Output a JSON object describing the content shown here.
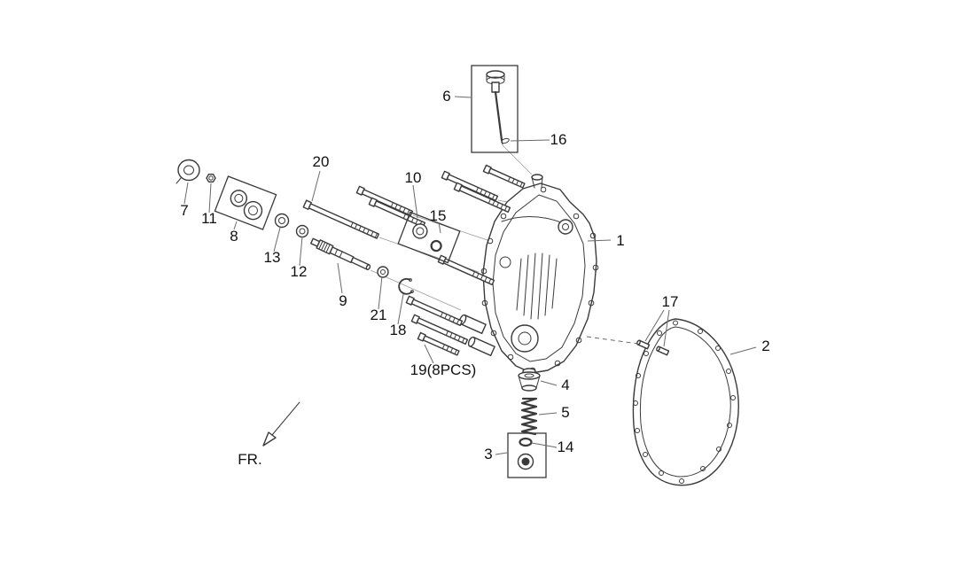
{
  "figure": {
    "background": "#ffffff",
    "ink": "#3a3a3a",
    "labels": {
      "l1": "1",
      "l2": "2",
      "l3": "3",
      "l4": "4",
      "l5": "5",
      "l6": "6",
      "l7": "7",
      "l8": "8",
      "l9": "9",
      "l10": "10",
      "l11": "11",
      "l12": "12",
      "l13": "13",
      "l14": "14",
      "l15": "15",
      "l16": "16",
      "l17": "17",
      "l18": "18",
      "l19": "19(8PCS)",
      "l20": "20",
      "l21": "21",
      "front": "FR."
    }
  }
}
